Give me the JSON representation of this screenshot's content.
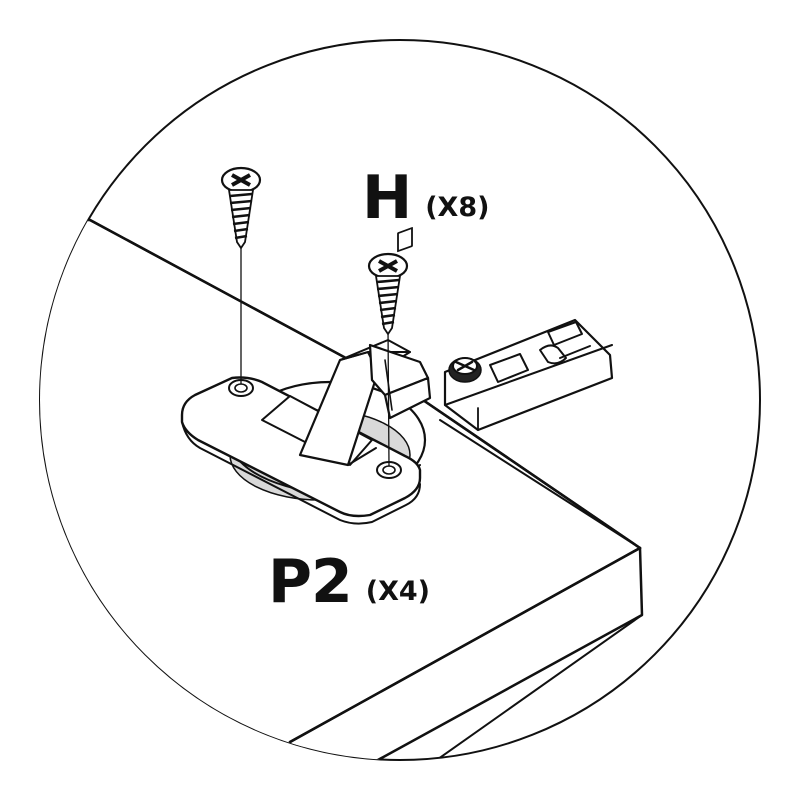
{
  "labels": {
    "screw": {
      "code": "H",
      "qty": "(X8)"
    },
    "hinge": {
      "code": "P2",
      "qty": "(X4)"
    }
  },
  "colors": {
    "line": "#111111",
    "fill": "#ffffff",
    "shade": "#bfbfbf"
  },
  "icons": [
    "screw-icon",
    "hinge-icon",
    "cabinet-panel"
  ]
}
